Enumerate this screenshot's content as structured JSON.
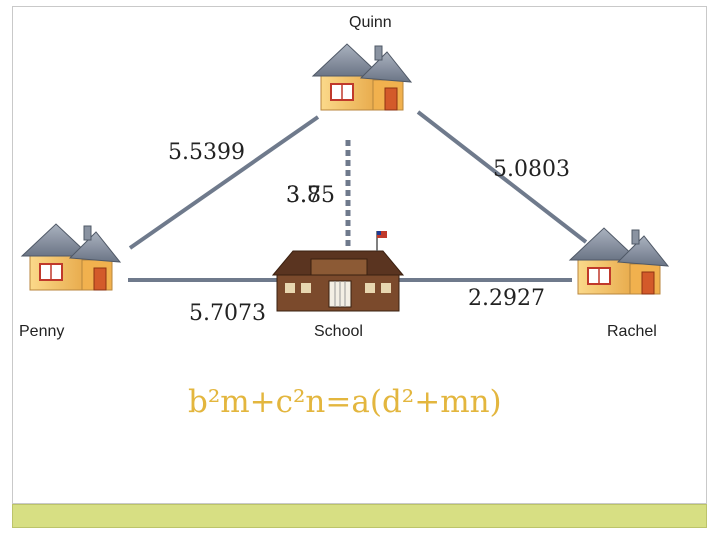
{
  "locations": {
    "quinn": "Quinn",
    "penny": "Penny",
    "rachel": "Rachel",
    "school": "School"
  },
  "distances": {
    "penny_quinn": "5.5399",
    "quinn_school_a": "3.75",
    "quinn_school_b": "3.8",
    "quinn_rachel": "5.0803",
    "penny_school": "5.7073",
    "school_rachel": "2.2927"
  },
  "formula": "b²m+c²n=a(d²+mn)",
  "colors": {
    "connector": "#6f7a8c",
    "formula": "#e3b63e",
    "footer_bar": "#d7df83",
    "roof": "#7d8797",
    "house_wall": "#f4c56c",
    "school_wall": "#7b4a2c"
  }
}
